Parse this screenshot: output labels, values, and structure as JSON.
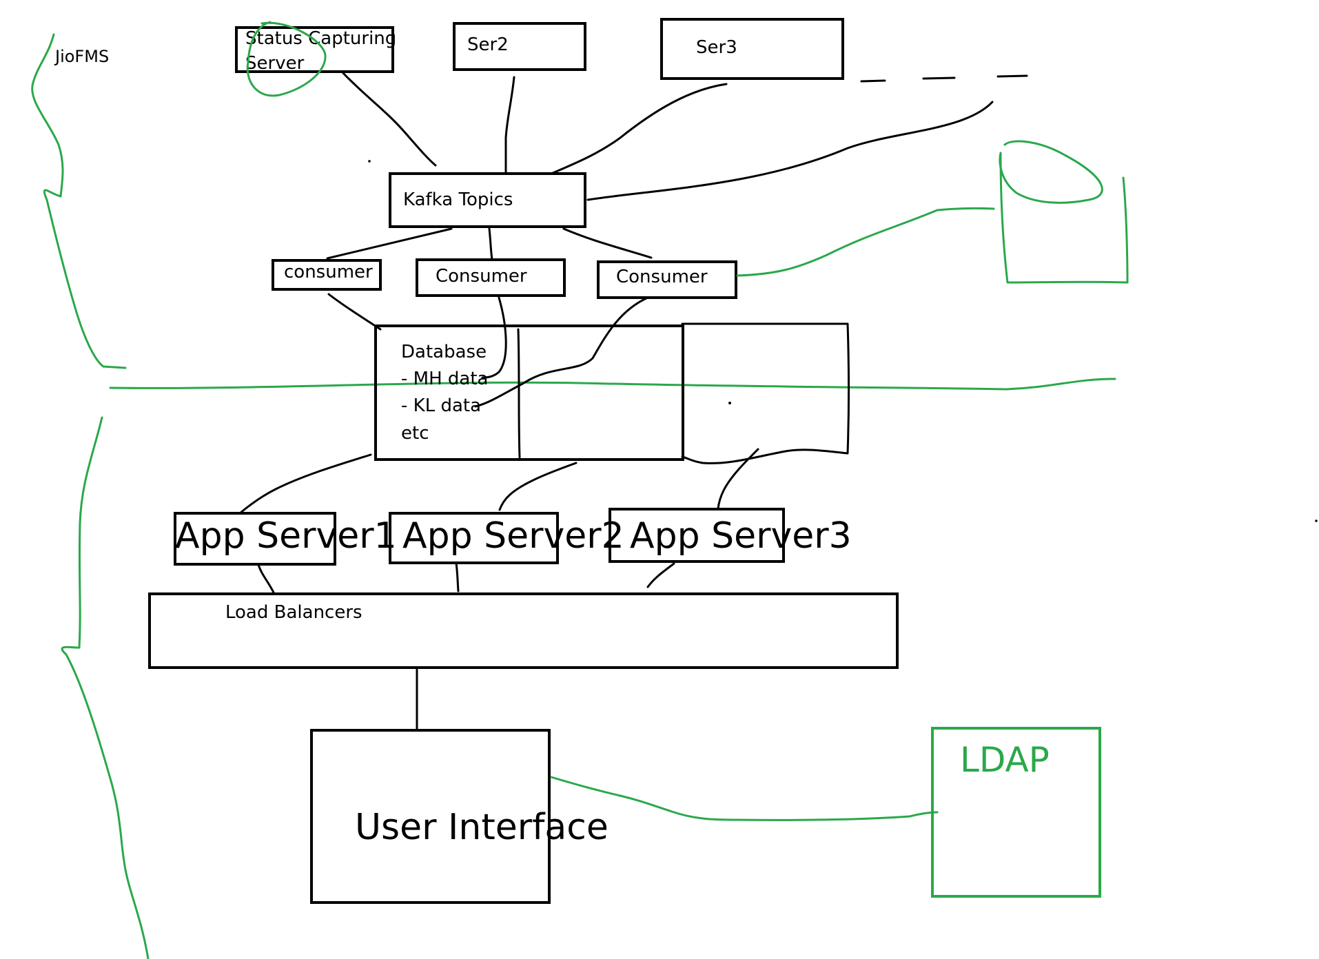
{
  "colors": {
    "ink": "#000000",
    "green": "#2aa84a",
    "background": "#ffffff"
  },
  "labels": {
    "jiofms": "JioFMS",
    "status_server_line1": "Status Capturing",
    "status_server_line2": "Server",
    "ser2": "Ser2",
    "ser3": "Ser3",
    "kafka": "Kafka Topics",
    "consumer1": "consumer",
    "consumer2": "Consumer",
    "consumer3": "Consumer",
    "database_line1": "Database",
    "database_line2": "- MH data",
    "database_line3": "- KL data",
    "database_line4": "etc",
    "app_server1": "App Server1",
    "app_server2": "App Server2",
    "app_server3": "App Server3",
    "load_balancers": "Load Balancers",
    "user_interface": "User Interface",
    "ldap": "LDAP"
  }
}
